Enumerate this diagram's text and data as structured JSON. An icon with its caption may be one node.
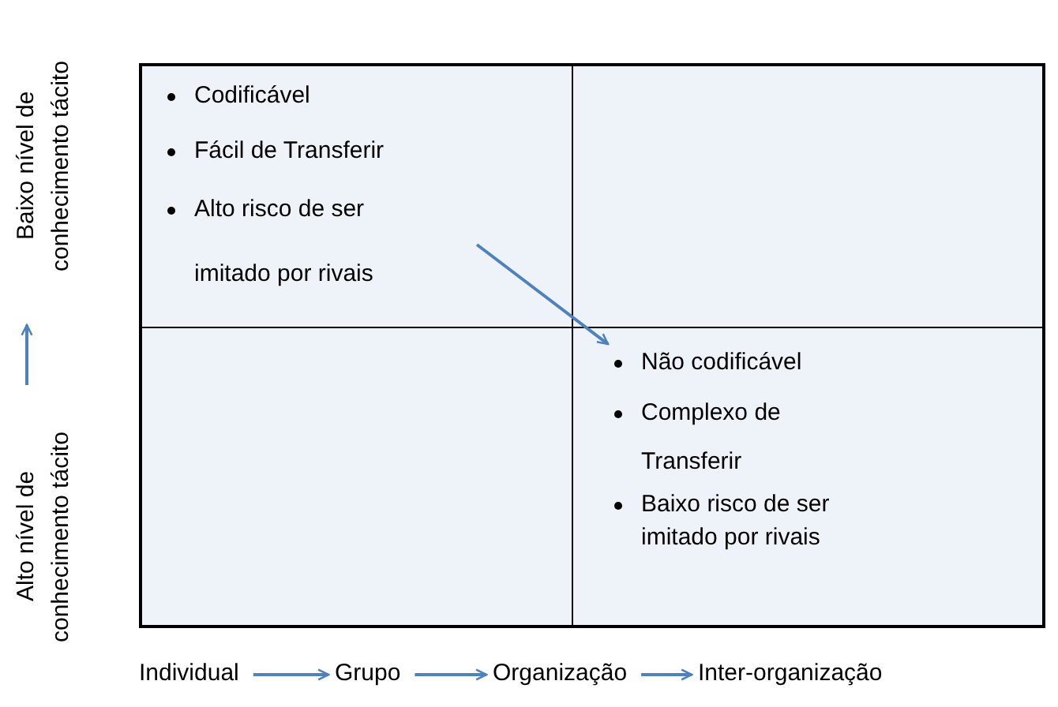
{
  "diagram": {
    "nodes": [
      {
        "text": [
          "Baixo nível de conhecimento tácito"
        ]
      },
      {
        "text": [
          "Alto nível de conhecimento tácito"
        ]
      },
      {
        "text": [
          "Codificável",
          "Fácil de Transferir",
          "Alto risco de ser imitado por rivais"
        ]
      },
      {
        "text": [],
        "shape": "box"
      },
      {
        "text": [],
        "shape": "box"
      },
      {
        "text": [
          "Não codificável",
          "Complexo de Transferir",
          "Baixo risco de ser imitado por rivais"
        ]
      },
      {
        "text": [
          "Individual"
        ]
      },
      {
        "text": [
          "Grupo"
        ]
      },
      {
        "text": [
          "Organização"
        ]
      },
      {
        "text": [
          "Inter-organização"
        ]
      }
    ],
    "edges": [
      {
        "from": 1,
        "to": 0,
        "arrow": "to"
      },
      {
        "from": 2,
        "to": 5,
        "arrow": "to"
      },
      {
        "from": 6,
        "to": 7,
        "arrow": "to"
      },
      {
        "from": 7,
        "to": 8,
        "arrow": "to"
      },
      {
        "from": 8,
        "to": 9,
        "arrow": "to"
      }
    ]
  }
}
